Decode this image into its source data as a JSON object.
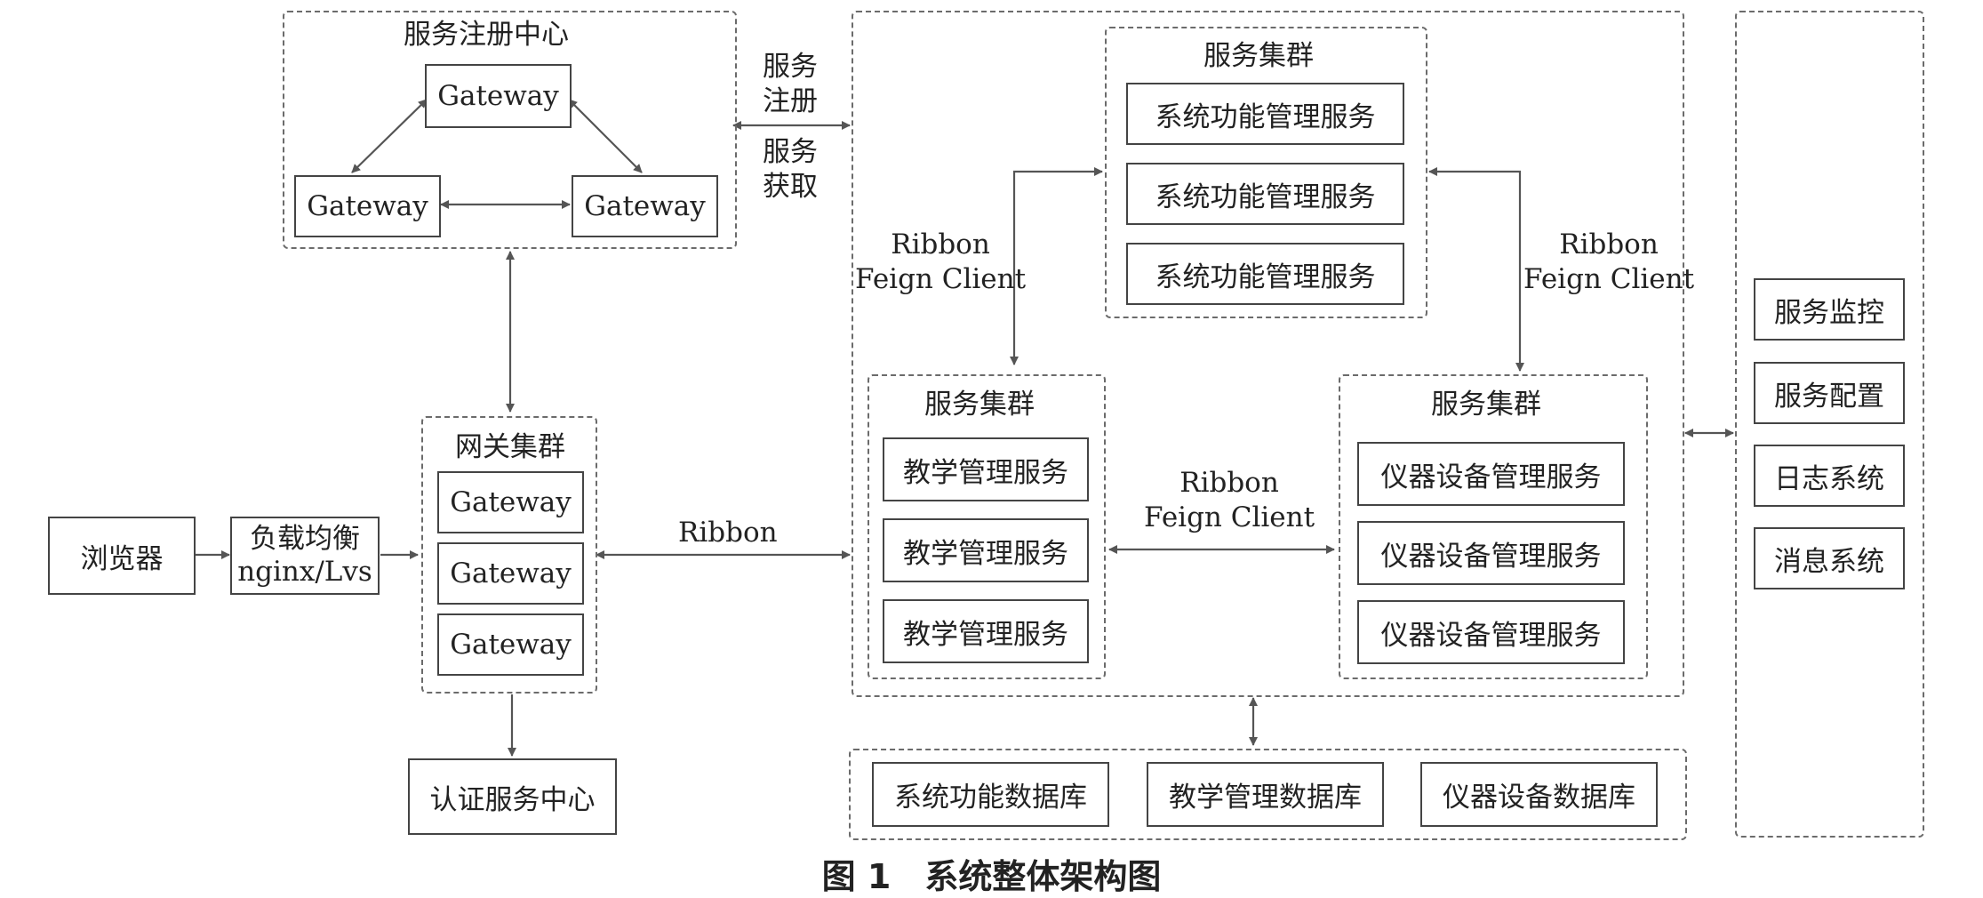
{
  "registry": {
    "title": "服务注册中心",
    "gateways": [
      "Gateway",
      "Gateway",
      "Gateway"
    ]
  },
  "registry_link": {
    "line1": "服务",
    "line2": "注册",
    "line3": "服务",
    "line4": "获取"
  },
  "gateway_cluster": {
    "title": "网关集群",
    "gateways": [
      "Gateway",
      "Gateway",
      "Gateway"
    ]
  },
  "browser": "浏览器",
  "load_balancer": {
    "line1": "负载均衡",
    "line2": "nginx/Lvs"
  },
  "auth_center": "认证服务中心",
  "ribbon_label": "Ribbon",
  "top_cluster": {
    "title": "服务集群",
    "services": [
      "系统功能管理服务",
      "系统功能管理服务",
      "系统功能管理服务"
    ]
  },
  "left_cluster": {
    "title": "服务集群",
    "services": [
      "教学管理服务",
      "教学管理服务",
      "教学管理服务"
    ]
  },
  "right_cluster": {
    "title": "服务集群",
    "services": [
      "仪器设备管理服务",
      "仪器设备管理服务",
      "仪器设备管理服务"
    ]
  },
  "feign_left": {
    "line1": "Ribbon",
    "line2": "Feign Client"
  },
  "feign_right": {
    "line1": "Ribbon",
    "line2": "Feign Client"
  },
  "feign_middle": {
    "line1": "Ribbon",
    "line2": "Feign Client"
  },
  "databases": [
    "系统功能数据库",
    "教学管理数据库",
    "仪器设备数据库"
  ],
  "side_services": [
    "服务监控",
    "服务配置",
    "日志系统",
    "消息系统"
  ],
  "caption": "图 1　系统整体架构图"
}
